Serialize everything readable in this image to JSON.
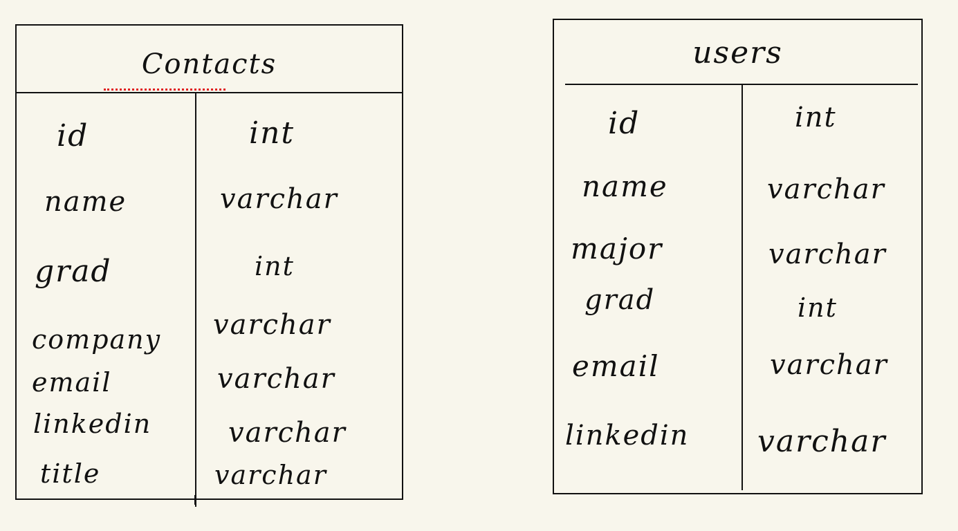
{
  "tables": [
    {
      "title": "Contacts",
      "rows": [
        {
          "name": "id",
          "type": "int"
        },
        {
          "name": "name",
          "type": "varchar"
        },
        {
          "name": "grad",
          "type": "int"
        },
        {
          "name": "company",
          "type": "varchar"
        },
        {
          "name": "email",
          "type": "varchar"
        },
        {
          "name": "linkedin",
          "type": "varchar"
        },
        {
          "name": "title",
          "type": "varchar"
        }
      ]
    },
    {
      "title": "users",
      "rows": [
        {
          "name": "id",
          "type": "int"
        },
        {
          "name": "name",
          "type": "varchar"
        },
        {
          "name": "major",
          "type": "varchar"
        },
        {
          "name": "grad",
          "type": "int"
        },
        {
          "name": "email",
          "type": "varchar"
        },
        {
          "name": "linkedin",
          "type": "varchar"
        }
      ]
    }
  ],
  "colors": {
    "background": "#f8f6ec",
    "ink": "#111111",
    "spellcheck_underline": "#e02020"
  }
}
